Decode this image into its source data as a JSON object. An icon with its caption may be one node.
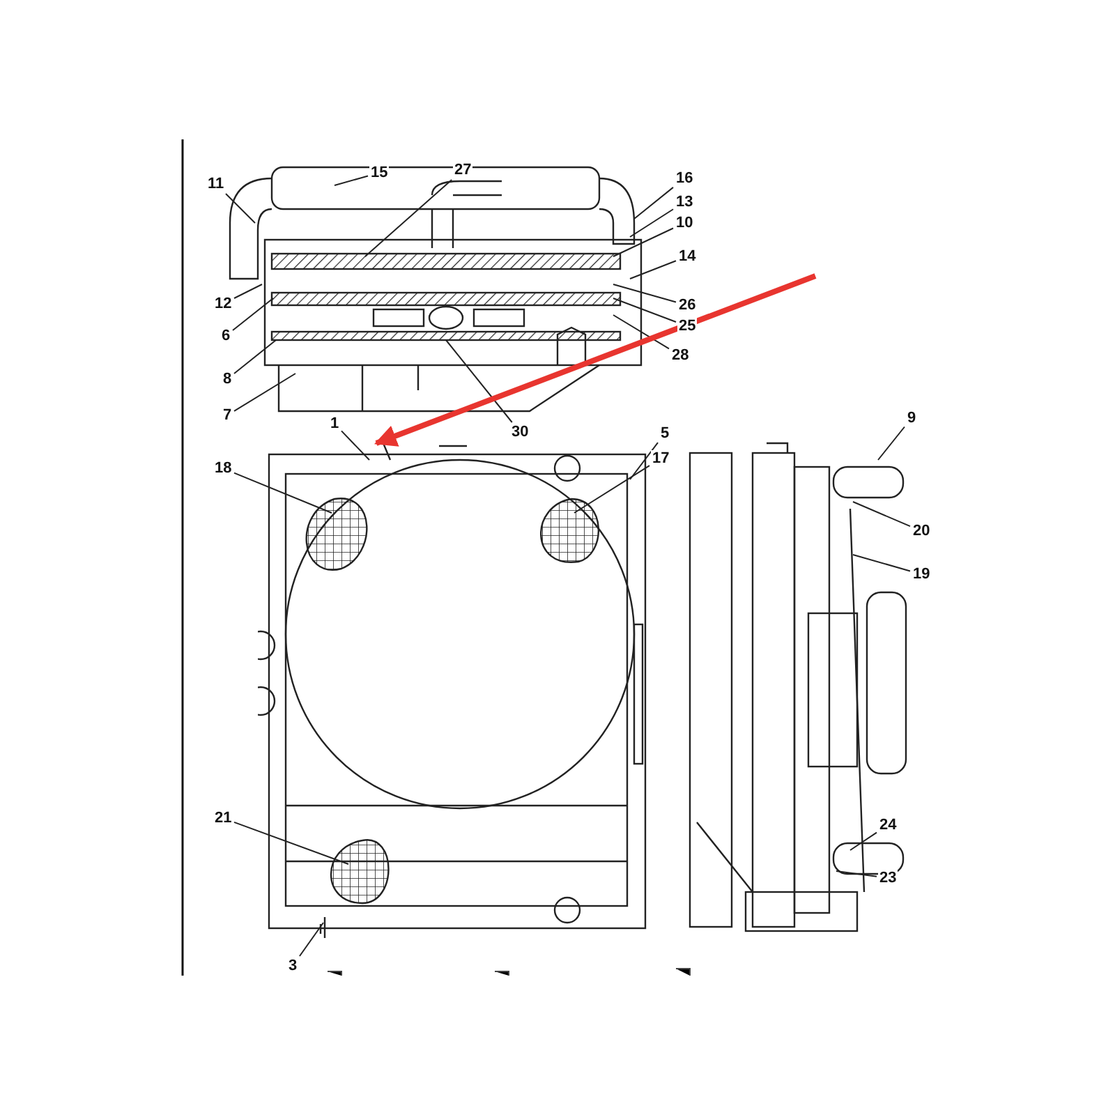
{
  "diagram": {
    "nodes": [
      {
        "text": [
          "15"
        ]
      },
      {
        "text": [
          "27"
        ]
      },
      {
        "text": [
          "11"
        ]
      },
      {
        "text": [
          "16"
        ]
      },
      {
        "text": [
          "13"
        ]
      },
      {
        "text": [
          "10"
        ]
      },
      {
        "text": [
          "14"
        ]
      },
      {
        "text": [
          "12"
        ]
      },
      {
        "text": [
          "26"
        ]
      },
      {
        "text": [
          "6"
        ]
      },
      {
        "text": [
          "25"
        ]
      },
      {
        "text": [
          "28"
        ]
      },
      {
        "text": [
          "8"
        ]
      },
      {
        "text": [
          "7"
        ]
      },
      {
        "text": [
          "1"
        ]
      },
      {
        "text": [
          "30"
        ]
      },
      {
        "text": [
          "5"
        ]
      },
      {
        "text": [
          "9"
        ]
      },
      {
        "text": [
          "18"
        ]
      },
      {
        "text": [
          "17"
        ]
      },
      {
        "text": [
          "20"
        ]
      },
      {
        "text": [
          "19"
        ]
      },
      {
        "text": [
          "21"
        ]
      },
      {
        "text": [
          "24"
        ]
      },
      {
        "text": [
          "23"
        ]
      },
      {
        "text": [
          "3"
        ]
      },
      {
        "text": [],
        "shape": "picture"
      }
    ],
    "edges": [
      {
        "from": 0,
        "to": null,
        "arrow": "none"
      },
      {
        "from": 1,
        "to": null,
        "arrow": "none"
      },
      {
        "from": 2,
        "to": null,
        "arrow": "none"
      },
      {
        "from": 3,
        "to": null,
        "arrow": "none"
      },
      {
        "from": 4,
        "to": null,
        "arrow": "none"
      },
      {
        "from": 5,
        "to": null,
        "arrow": "none"
      },
      {
        "from": 6,
        "to": null,
        "arrow": "none"
      },
      {
        "from": 7,
        "to": null,
        "arrow": "none"
      },
      {
        "from": 8,
        "to": null,
        "arrow": "none"
      },
      {
        "from": 9,
        "to": null,
        "arrow": "none"
      },
      {
        "from": 10,
        "to": null,
        "arrow": "none"
      },
      {
        "from": 11,
        "to": null,
        "arrow": "none"
      },
      {
        "from": 12,
        "to": null,
        "arrow": "none"
      },
      {
        "from": 13,
        "to": null,
        "arrow": "none"
      },
      {
        "from": 14,
        "to": 26,
        "arrow": "none"
      },
      {
        "from": 15,
        "to": null,
        "arrow": "none"
      },
      {
        "from": 16,
        "to": 26,
        "arrow": "none"
      },
      {
        "from": 17,
        "to": null,
        "arrow": "none"
      },
      {
        "from": 18,
        "to": 26,
        "arrow": "none"
      },
      {
        "from": 19,
        "to": 26,
        "arrow": "none"
      },
      {
        "from": 20,
        "to": null,
        "arrow": "none"
      },
      {
        "from": 21,
        "to": null,
        "arrow": "none"
      },
      {
        "from": 22,
        "to": 26,
        "arrow": "none"
      },
      {
        "from": 23,
        "to": null,
        "arrow": "none"
      },
      {
        "from": 24,
        "to": null,
        "arrow": "none"
      },
      {
        "from": 25,
        "to": 26,
        "arrow": "none"
      },
      {
        "from": null,
        "to": 26,
        "arrow": "to",
        "style": "thick",
        "color": "#e8352f"
      }
    ]
  }
}
